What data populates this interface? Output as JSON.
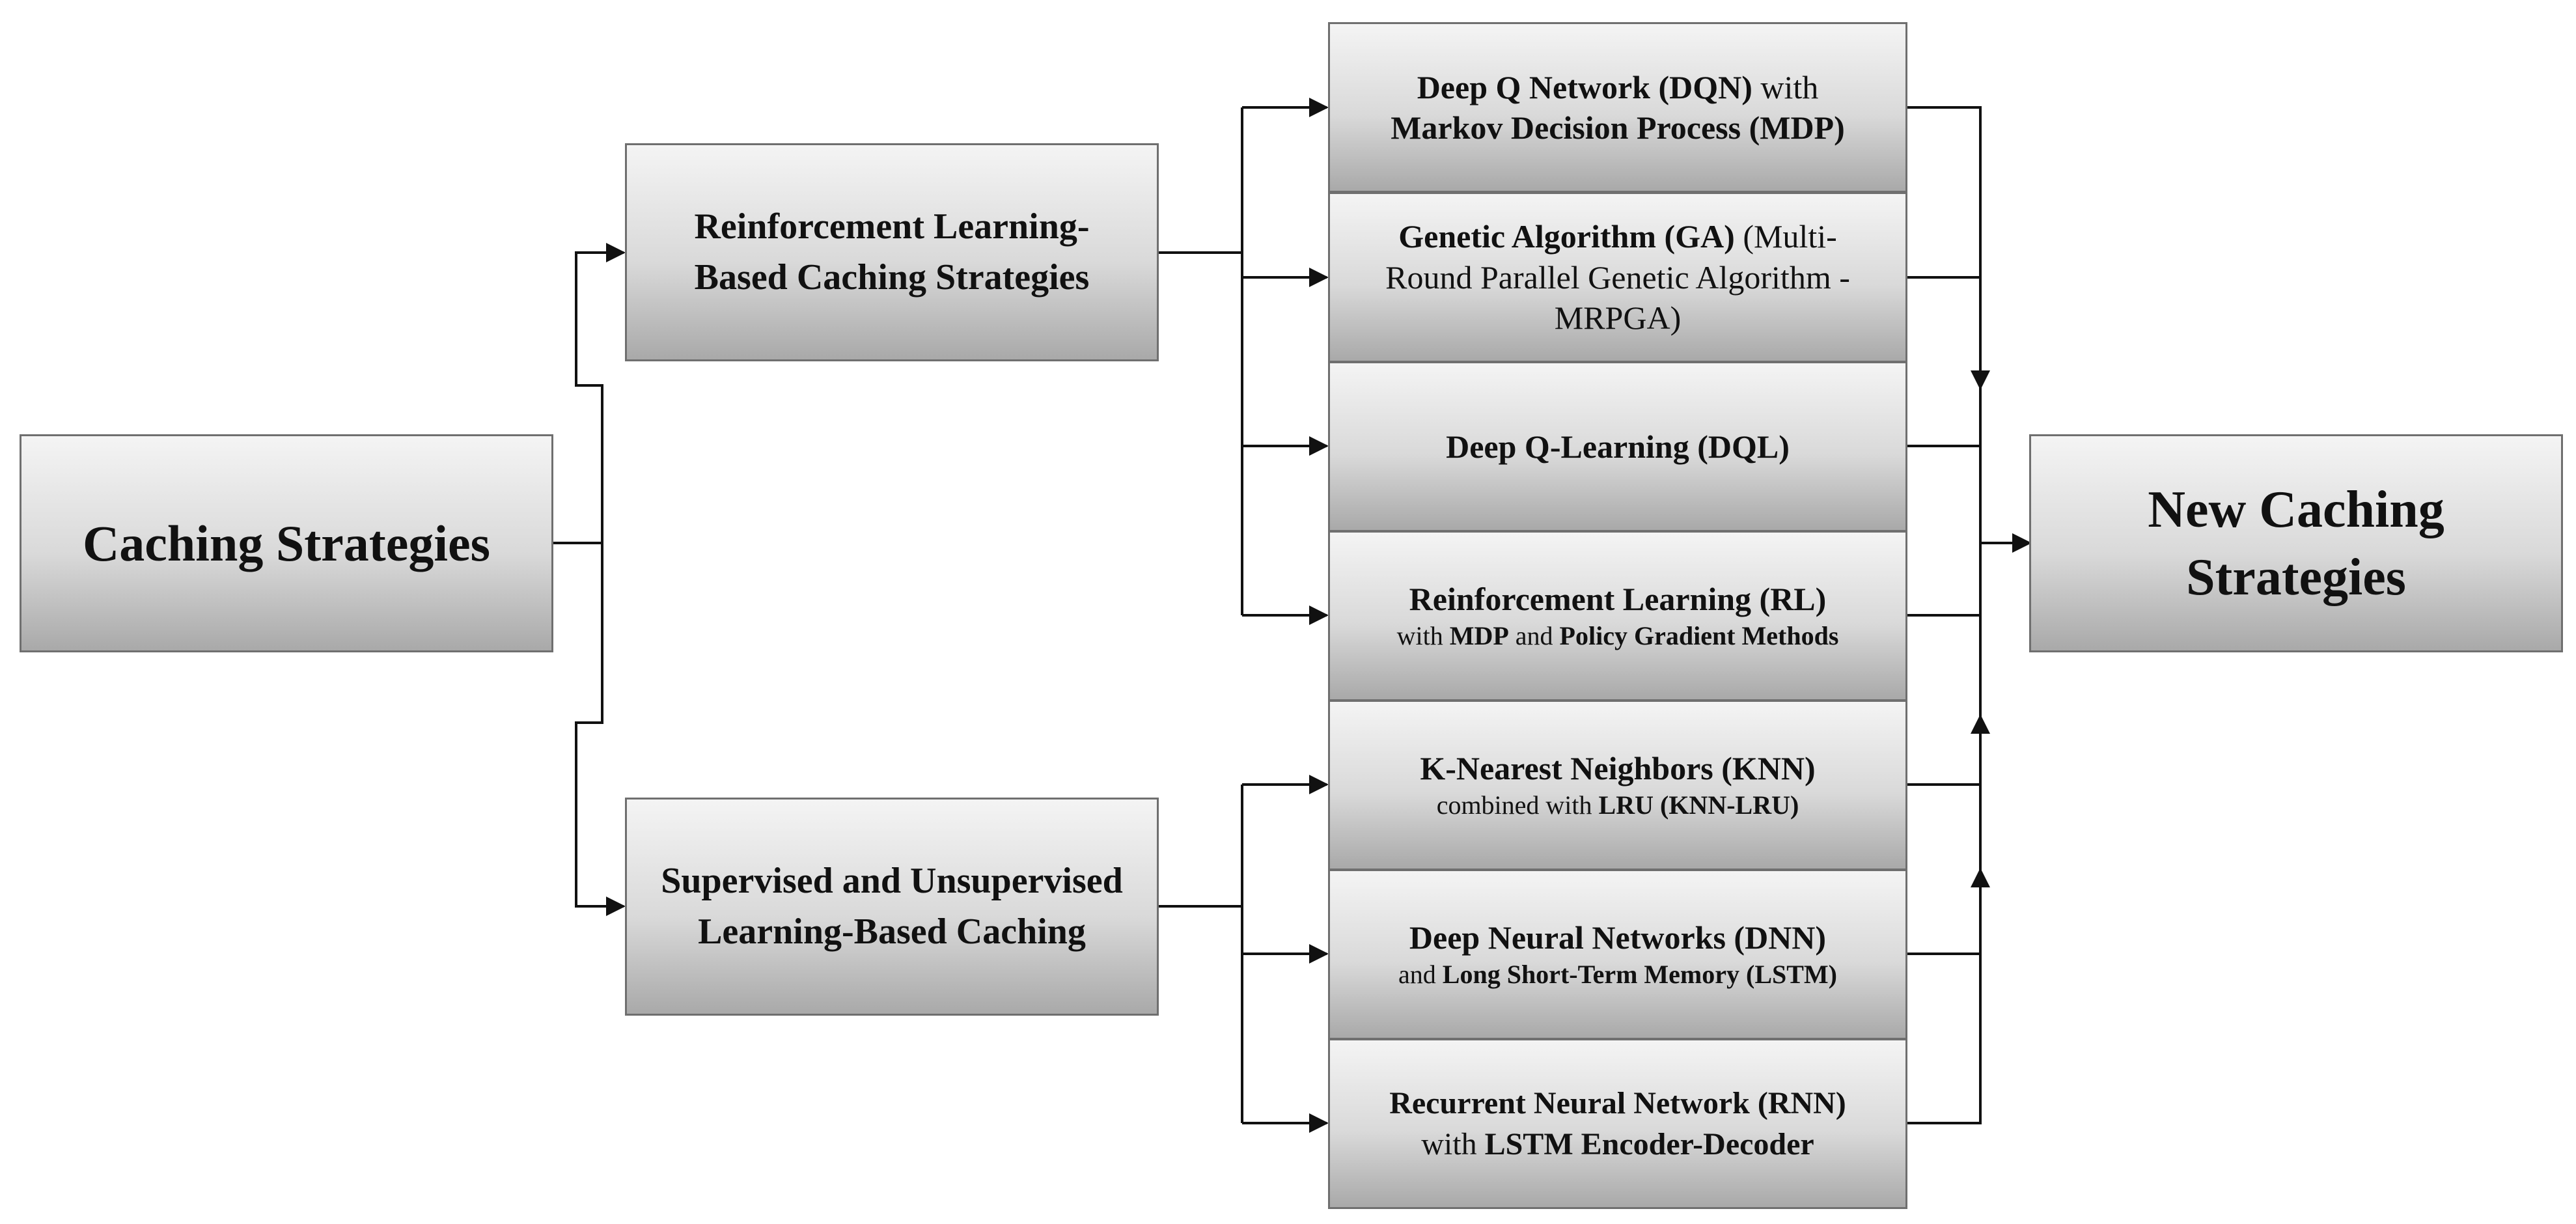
{
  "root": {
    "label": "Caching Strategies"
  },
  "groups": [
    {
      "label": "Reinforcement Learning-Based Caching Strategies"
    },
    {
      "label": "Supervised and Unsupervised Learning-Based Caching"
    }
  ],
  "methods": [
    {
      "bold_a": "Deep Q Network (DQN)",
      "plain_a": " with ",
      "bold_b": "Markov Decision Process (MDP)"
    },
    {
      "bold_a": "Genetic Algorithm (GA)",
      "plain_a": " (Multi-Round Parallel Genetic Algorithm - MRPGA)"
    },
    {
      "bold_a": "Deep Q-Learning (DQL)"
    },
    {
      "bold_a": "Reinforcement Learning (RL)",
      "plain_a": "with ",
      "bold_b": "MDP",
      "plain_b": " and ",
      "bold_c": "Policy Gradient Methods"
    },
    {
      "bold_a": "K-Nearest Neighbors (KNN)",
      "plain_a": "combined with ",
      "bold_b": "LRU (KNN-LRU)"
    },
    {
      "bold_a": "Deep Neural Networks (DNN)",
      "plain_a": "and ",
      "bold_b": "Long Short-Term Memory (LSTM)"
    },
    {
      "bold_a": "Recurrent Neural Network (RNN)",
      "plain_a": " with ",
      "bold_b": "LSTM Encoder-Decoder"
    }
  ],
  "result": {
    "label": "New Caching Strategies"
  }
}
